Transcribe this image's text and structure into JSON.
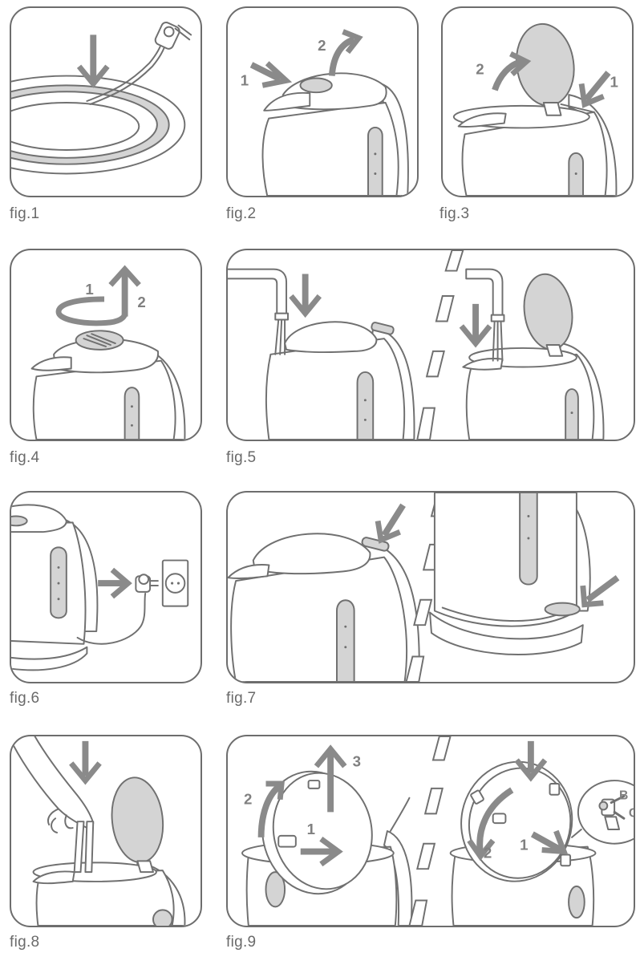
{
  "figures": [
    {
      "id": "fig1",
      "caption": "fig.1",
      "numbers": []
    },
    {
      "id": "fig2",
      "caption": "fig.2",
      "numbers": [
        "1",
        "2"
      ]
    },
    {
      "id": "fig3",
      "caption": "fig.3",
      "numbers": [
        "2",
        "1"
      ]
    },
    {
      "id": "fig4",
      "caption": "fig.4",
      "numbers": [
        "1",
        "2"
      ]
    },
    {
      "id": "fig5",
      "caption": "fig.5",
      "numbers": []
    },
    {
      "id": "fig6",
      "caption": "fig.6",
      "numbers": []
    },
    {
      "id": "fig7",
      "caption": "fig.7",
      "numbers": []
    },
    {
      "id": "fig8",
      "caption": "fig.8",
      "numbers": []
    },
    {
      "id": "fig9",
      "caption": "fig.9",
      "numbers": [
        "2",
        "3",
        "1",
        "2",
        "1"
      ],
      "letters": [
        "B",
        "C"
      ]
    }
  ],
  "colors": {
    "line": "#707070",
    "arrow": "#8a8a8a",
    "fill_gray": "#d4d4d4",
    "caption": "#6a6a6a"
  }
}
